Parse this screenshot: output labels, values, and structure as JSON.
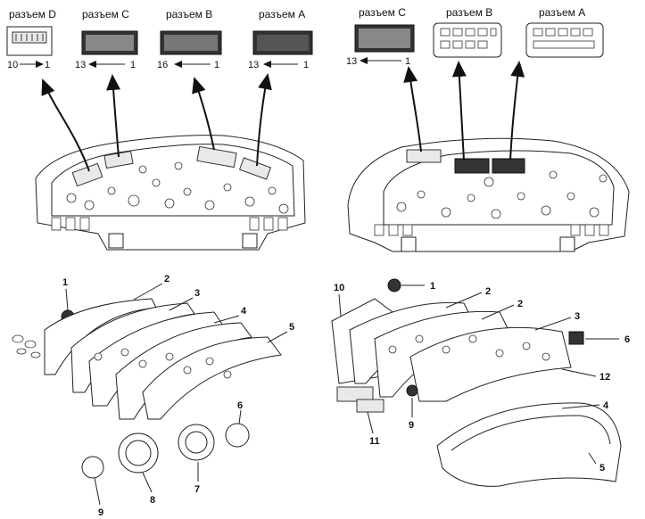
{
  "left_connectors": [
    {
      "label": "разъем D",
      "pins": [
        "10",
        "1"
      ]
    },
    {
      "label": "разъем C",
      "pins": [
        "13",
        "1"
      ]
    },
    {
      "label": "разъем B",
      "pins": [
        "16",
        "1"
      ]
    },
    {
      "label": "разъем A",
      "pins": [
        "13",
        "1"
      ]
    }
  ],
  "right_connectors": [
    {
      "label": "разъем C",
      "pins": [
        "13",
        "1"
      ]
    },
    {
      "label": "разъем B",
      "pins": []
    },
    {
      "label": "разъем A",
      "pins": []
    }
  ],
  "callouts_left": [
    "1",
    "2",
    "3",
    "4",
    "5",
    "6",
    "7",
    "8",
    "9"
  ],
  "callouts_right": [
    "1",
    "2",
    "2",
    "3",
    "4",
    "5",
    "6",
    "9",
    "10",
    "11",
    "12"
  ]
}
